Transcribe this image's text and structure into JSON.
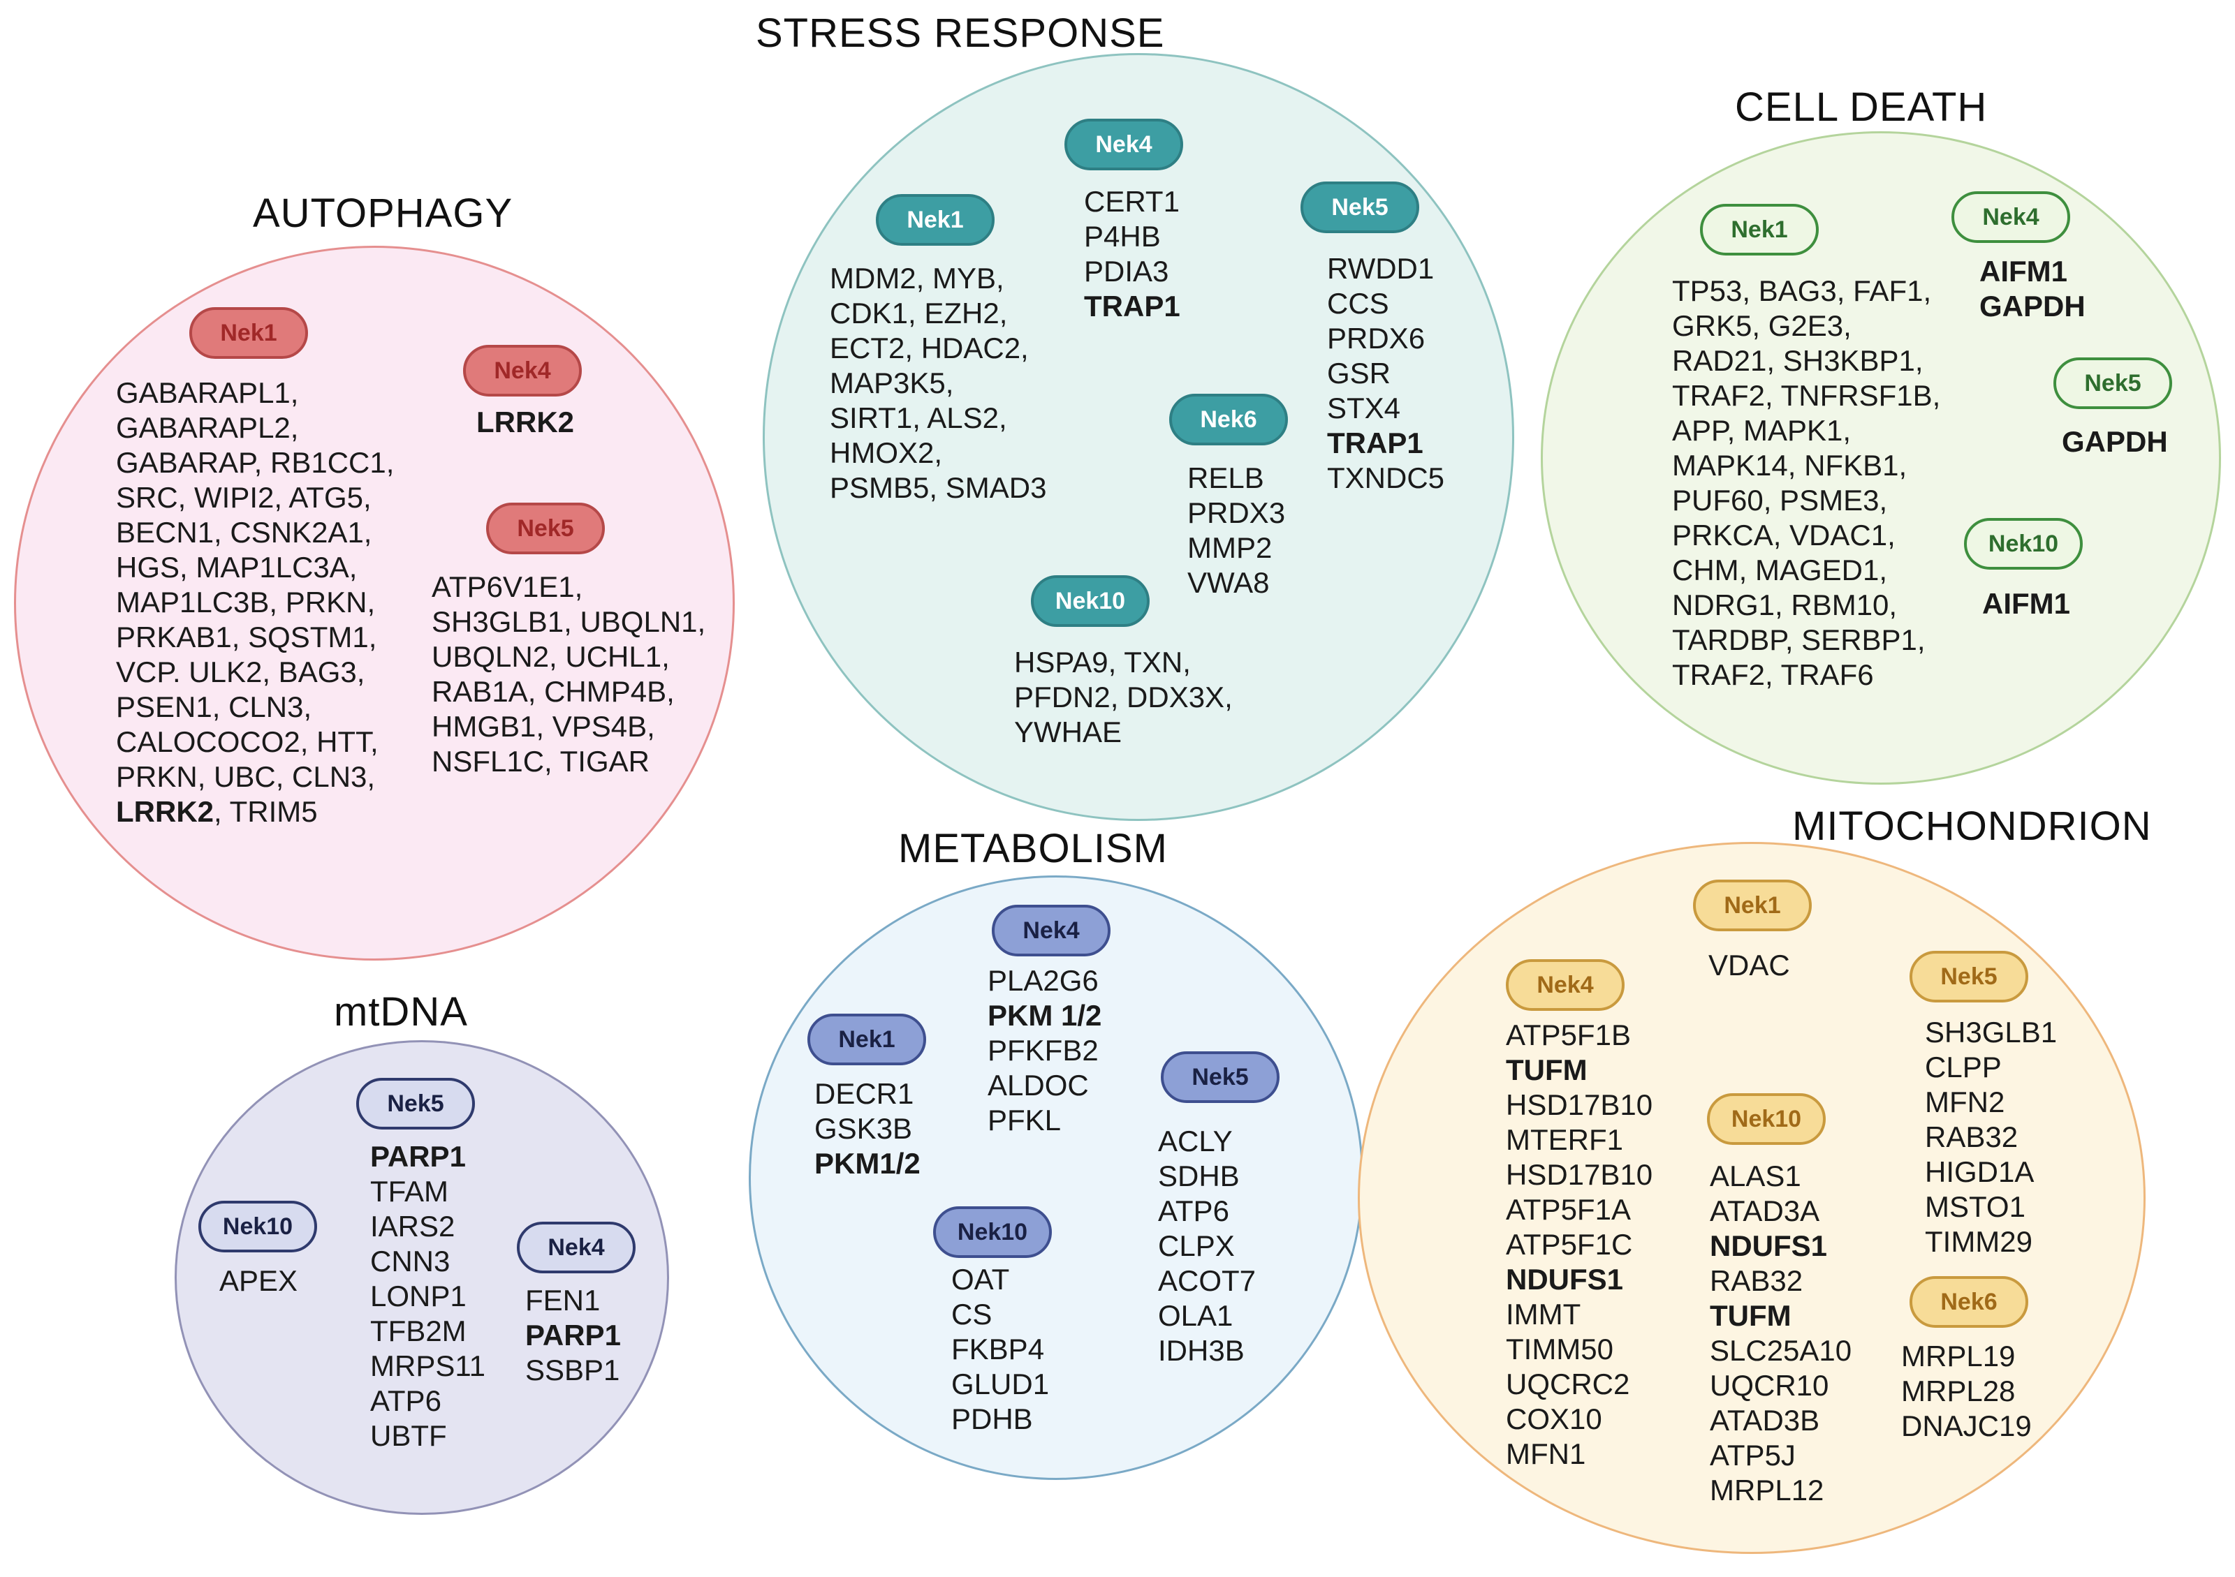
{
  "groups": {
    "autophagy": {
      "title": "AUTOPHAGY",
      "nek1": {
        "label": "Nek1",
        "genes": [
          "GABARAPL1,",
          "GABARAPL2,",
          "GABARAP, RB1CC1,",
          "SRC, WIPI2, ATG5,",
          "BECN1, CSNK2A1,",
          "HGS, MAP1LC3A,",
          "MAP1LC3B, PRKN,",
          "PRKAB1, SQSTM1,",
          "VCP. ULK2, BAG3,",
          "PSEN1, CLN3,",
          "CALOCOCO2, HTT,",
          "PRKN, UBC, CLN3,"
        ],
        "last_bold": "LRRK2",
        "last_rest": ", TRIM5"
      },
      "nek4": {
        "label": "Nek4",
        "genes_bold": [
          "LRRK2"
        ]
      },
      "nek5": {
        "label": "Nek5",
        "genes": [
          "ATP6V1E1,",
          "SH3GLB1, UBQLN1,",
          "UBQLN2, UCHL1,",
          "RAB1A, CHMP4B,",
          "HMGB1, VPS4B,",
          "NSFL1C, TIGAR"
        ]
      }
    },
    "stress": {
      "title": "STRESS RESPONSE",
      "nek1": {
        "label": "Nek1",
        "genes": [
          "MDM2, MYB,",
          "CDK1, EZH2,",
          "ECT2, HDAC2,",
          "MAP3K5,",
          "SIRT1, ALS2,",
          "HMOX2,",
          "PSMB5, SMAD3"
        ]
      },
      "nek4": {
        "label": "Nek4",
        "genes": [
          "CERT1",
          "P4HB",
          "PDIA3"
        ],
        "genes_bold": [
          "TRAP1"
        ]
      },
      "nek5": {
        "label": "Nek5",
        "genes": [
          "RWDD1",
          "CCS",
          "PRDX6",
          "GSR",
          "STX4"
        ],
        "bold_mid": "TRAP1",
        "genes_after": [
          "TXNDC5"
        ]
      },
      "nek6": {
        "label": "Nek6",
        "genes": [
          "RELB",
          "PRDX3",
          "MMP2",
          "VWA8"
        ]
      },
      "nek10": {
        "label": "Nek10",
        "genes": [
          "HSPA9, TXN,",
          "PFDN2, DDX3X,",
          "YWHAE"
        ]
      }
    },
    "death": {
      "title": "CELL DEATH",
      "nek1": {
        "label": "Nek1",
        "genes": [
          "TP53, BAG3, FAF1,",
          "GRK5, G2E3,",
          "RAD21, SH3KBP1,",
          "TRAF2, TNFRSF1B,",
          "APP, MAPK1,",
          "MAPK14, NFKB1,",
          "PUF60, PSME3,",
          "PRKCA, VDAC1,",
          "CHM, MAGED1,",
          "NDRG1, RBM10,",
          "TARDBP, SERBP1,",
          "TRAF2, TRAF6"
        ]
      },
      "nek4": {
        "label": "Nek4",
        "genes_bold": [
          "AIFM1",
          "GAPDH"
        ]
      },
      "nek5": {
        "label": "Nek5",
        "genes_bold": [
          "GAPDH"
        ]
      },
      "nek10": {
        "label": "Nek10",
        "genes_bold": [
          "AIFM1"
        ]
      }
    },
    "mtdna": {
      "title": "mtDNA",
      "nek5": {
        "label": "Nek5",
        "genes_bold": [
          "PARP1"
        ],
        "genes": [
          "TFAM",
          "IARS2",
          "CNN3",
          "LONP1",
          "TFB2M",
          "MRPS11",
          "ATP6",
          "UBTF"
        ]
      },
      "nek10": {
        "label": "Nek10",
        "genes": [
          "APEX"
        ]
      },
      "nek4": {
        "label": "Nek4",
        "genes": [
          "FEN1"
        ],
        "bold_mid": "PARP1",
        "genes_after": [
          "SSBP1"
        ]
      }
    },
    "meta": {
      "title": "METABOLISM",
      "nek1": {
        "label": "Nek1",
        "genes": [
          "DECR1",
          "GSK3B"
        ],
        "genes_bold": [
          "PKM1/2"
        ]
      },
      "nek4": {
        "label": "Nek4",
        "genes": [
          "PLA2G6"
        ],
        "bold_mid": "PKM 1/2",
        "genes_after": [
          "PFKFB2",
          "ALDOC",
          "PFKL"
        ]
      },
      "nek5": {
        "label": "Nek5",
        "genes": [
          "ACLY",
          "SDHB",
          "ATP6",
          "CLPX",
          "ACOT7",
          "OLA1",
          "IDH3B"
        ]
      },
      "nek10": {
        "label": "Nek10",
        "genes": [
          "OAT",
          "CS",
          "FKBP4",
          "GLUD1",
          "PDHB"
        ]
      }
    },
    "mito": {
      "title": "MITOCHONDRION",
      "nek1": {
        "label": "Nek1",
        "genes": [
          "VDAC"
        ]
      },
      "nek4": {
        "label": "Nek4",
        "genes": [
          "ATP5F1B"
        ],
        "bold_mid": "TUFM",
        "genes_after": [
          "HSD17B10",
          "MTERF1",
          "HSD17B10",
          "ATP5F1A",
          "ATP5F1C"
        ],
        "bold_mid2": "NDUFS1",
        "genes_after2": [
          "IMMT",
          "TIMM50",
          "UQCRC2",
          "COX10",
          "MFN1"
        ]
      },
      "nek10": {
        "label": "Nek10",
        "genes": [
          "ALAS1",
          "ATAD3A"
        ],
        "bold_mid": "NDUFS1",
        "genes_after": [
          "RAB32"
        ],
        "bold_mid2": "TUFM",
        "genes_after2": [
          "SLC25A10",
          "UQCR10",
          "ATAD3B",
          "ATP5J",
          "MRPL12"
        ]
      },
      "nek5": {
        "label": "Nek5",
        "genes": [
          "SH3GLB1",
          "CLPP",
          "MFN2",
          "RAB32",
          "HIGD1A",
          "MSTO1",
          "TIMM29"
        ]
      },
      "nek6": {
        "label": "Nek6",
        "genes": [
          "MRPL19",
          "MRPL28",
          "DNAJC19"
        ]
      }
    }
  }
}
